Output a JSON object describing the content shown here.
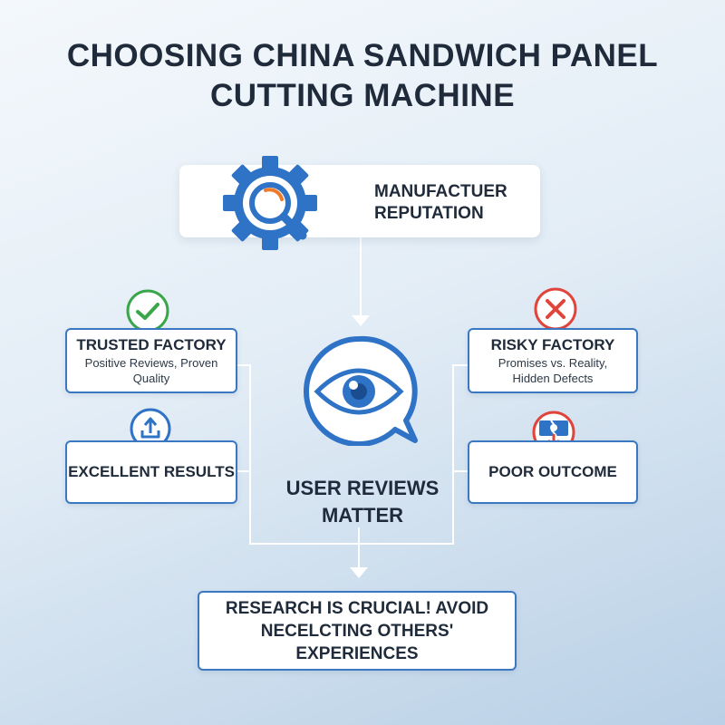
{
  "title": {
    "line1": "CHOOSING CHINA SANDWICH PANEL",
    "line2": "CUTTING MACHINE"
  },
  "top_box": {
    "line1": "MANUFACTUER",
    "line2": "REPUTATION",
    "icon": "gear-magnifier-icon"
  },
  "center": {
    "line1": "USER REVIEWS",
    "line2": "MATTER",
    "icon": "eye-speech-bubble-icon"
  },
  "left": {
    "trusted": {
      "title": "TRUSTED FACTORY",
      "subtitle": "Positive Reviews, Proven Quality",
      "icon": "check-circle-icon"
    },
    "excellent": {
      "title": "EXCELLENT RESULTS",
      "icon": "upload-arrow-icon"
    }
  },
  "right": {
    "risky": {
      "title": "RISKY FACTORY",
      "subtitle_line1": "Promises vs. Reality,",
      "subtitle_line2": "Hidden Defects",
      "icon": "x-circle-icon"
    },
    "poor": {
      "title": "POOR OUTCOME",
      "icon": "broken-cash-down-icon"
    }
  },
  "bottom_box": {
    "line1": "RESEARCH IS CRUCIAL! AVOID",
    "line2": "NECELCTING OTHERS' EXPERIENCES"
  },
  "colors": {
    "accent_blue": "#2f73c6",
    "success_green": "#3aa64a",
    "danger_red": "#e0443a",
    "orange": "#f07a2a",
    "connector": "#ffffff"
  }
}
